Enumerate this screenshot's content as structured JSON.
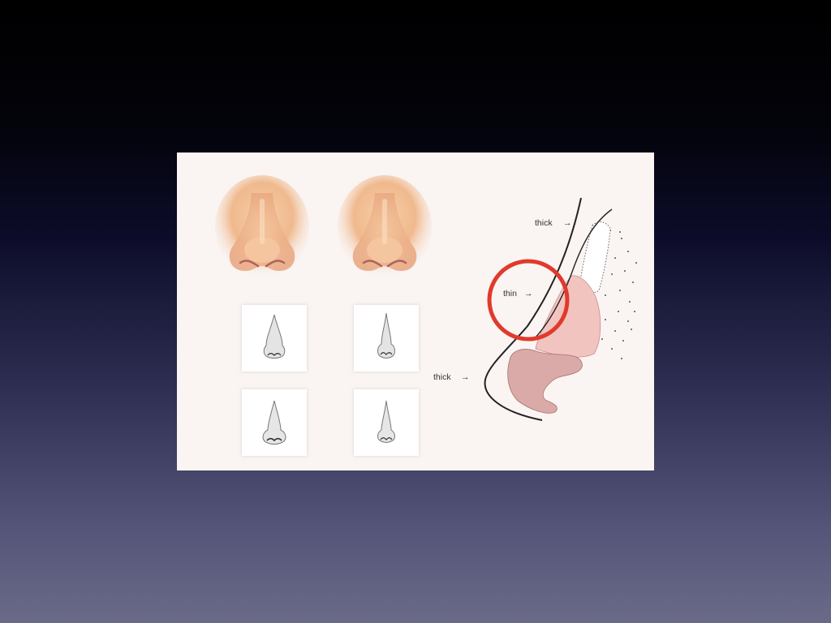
{
  "slide": {
    "background_top": "#000000",
    "background_bottom": "#6a6a88"
  },
  "figure": {
    "background": "#faf4f2",
    "illustrations": {
      "nose_front_left": "nose-front-view",
      "nose_front_right": "nose-front-view",
      "sketches": [
        "nose-sketch",
        "nose-sketch",
        "nose-sketch",
        "nose-sketch"
      ]
    },
    "cross_section": {
      "labels": {
        "top": "thick",
        "middle": "thin",
        "bottom": "thick"
      },
      "arrow_glyph": "→",
      "highlight_color": "#e03a2c",
      "cartilage_color": "#f2c4c0",
      "lower_cartilage_color": "#d9aaa8"
    }
  }
}
